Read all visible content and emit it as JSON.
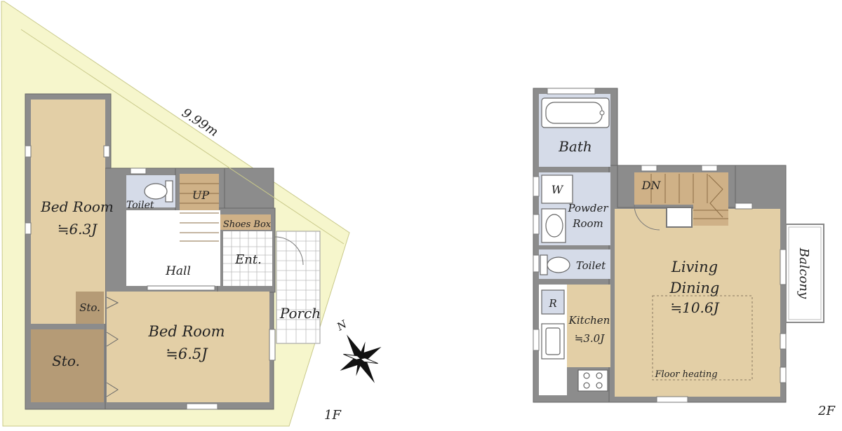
{
  "plan": {
    "floor1": {
      "label": "1F",
      "site_dimension": "9.99m",
      "rooms": {
        "bed_room_a": {
          "name": "Bed Room",
          "size": "≒6.3J"
        },
        "bed_room_b": {
          "name": "Bed Room",
          "size": "≒6.5J"
        },
        "toilet": "Toilet",
        "stairs_up": "UP",
        "shoes_box": "Shoes Box",
        "hall": "Hall",
        "entrance": "Ent.",
        "porch": "Porch",
        "storage_small": "Sto.",
        "storage_large": "Sto."
      },
      "compass": "N"
    },
    "floor2": {
      "label": "2F",
      "rooms": {
        "bath": "Bath",
        "washer": "W",
        "powder_room_line1": "Powder",
        "powder_room_line2": "Room",
        "toilet": "Toilet",
        "refrigerator": "R",
        "kitchen": {
          "name": "Kitchen",
          "size": "≒3.0J"
        },
        "living": {
          "line1": "Living",
          "line2": "Dining",
          "size": "≒10.6J"
        },
        "floor_heating": "Floor heating",
        "stairs_down": "DN",
        "balcony": "Balcony"
      }
    }
  },
  "colors": {
    "site": "#f6f6cc",
    "room_floor": "#e3cfa6",
    "storage": "#b59b76",
    "stairs": "#cfb187",
    "wet_area": "#d5dbe8",
    "wall": "#8c8c8c"
  }
}
